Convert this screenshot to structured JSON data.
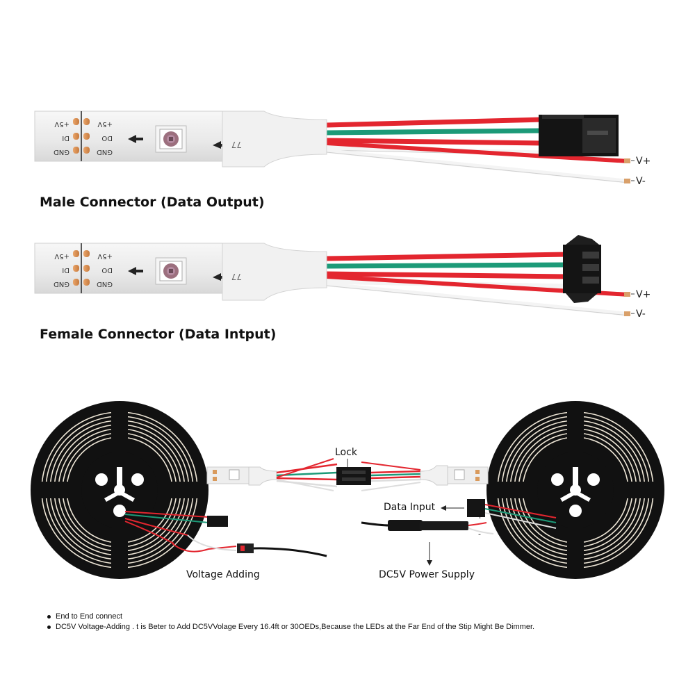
{
  "top_connector": {
    "pad_labels_left": [
      "+5V",
      "DI",
      "GND"
    ],
    "pad_labels_right": [
      "+5V",
      "DO",
      "GND"
    ],
    "wire_labels": [
      "V+",
      "V-"
    ],
    "heading": "Male Connector (Data Output)"
  },
  "bottom_connector": {
    "pad_labels_left": [
      "+5V",
      "DI",
      "GND"
    ],
    "pad_labels_right": [
      "+5V",
      "DO",
      "GND"
    ],
    "wire_labels": [
      "V+",
      "V-"
    ],
    "heading": "Female Connector (Data Intput)"
  },
  "wiring_diagram": {
    "lock_label": "Lock",
    "data_input_label": "Data Input",
    "voltage_adding_label": "Voltage Adding",
    "power_supply_label": "DC5V Power Supply",
    "plus_sign": "+",
    "minus_sign": "-"
  },
  "notes": [
    "End to End connect",
    "DC5V Voltage-Adding . t is Beter to Add DC5VVolage Every 16.4ft or 30OEDs,Because the LEDs at the Far End of the Stip Might Be Dimmer."
  ],
  "colors": {
    "wire_red": "#e3262f",
    "wire_green": "#1c9a78",
    "wire_white": "#f2f2f2",
    "strip_body": "#eeeeee",
    "connector_black": "#1a1a1a",
    "reel_black": "#111111",
    "led_glow": "#fbf3e2"
  }
}
